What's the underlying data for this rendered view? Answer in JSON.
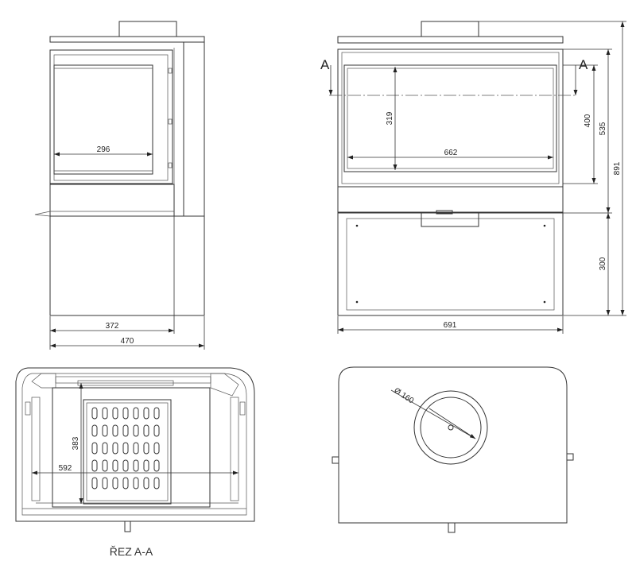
{
  "views": {
    "side": {
      "glass_width": "296",
      "body_depth": "372",
      "overall_depth": "470"
    },
    "front": {
      "section_marker_left": "A",
      "section_marker_right": "A",
      "glass_height": "319",
      "glass_width": "662",
      "door_height": "400",
      "stove_height": "535",
      "overall_height": "891",
      "base_height": "300",
      "overall_width": "691"
    },
    "section": {
      "depth": "383",
      "width": "592",
      "caption": "ŘEZ A-A"
    },
    "top": {
      "flue_diameter": "Ø 160"
    }
  }
}
